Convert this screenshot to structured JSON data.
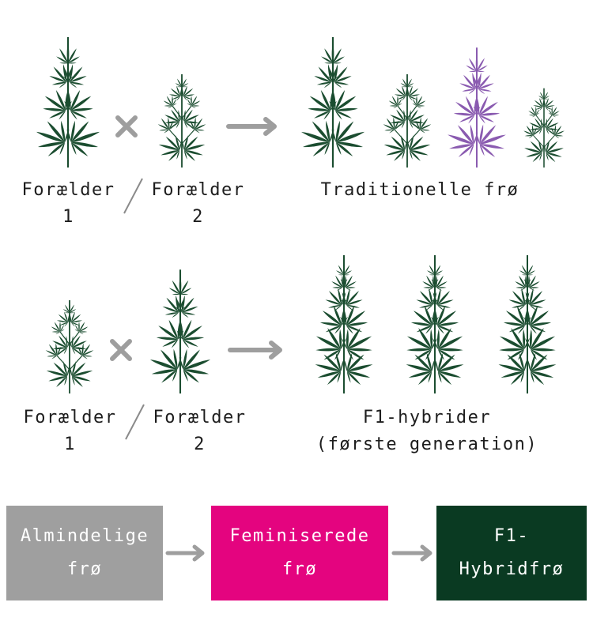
{
  "colors": {
    "leaf_green": "#1b4d30",
    "leaf_purple": "#8a5bb0",
    "arrow_gray": "#9e9e9e",
    "box_gray": "#9f9f9f",
    "box_magenta": "#e4047f",
    "box_dark_green": "#0a3a22"
  },
  "icons": [
    "cannabis-plant-icon",
    "cross-icon",
    "arrow-right-icon",
    "slash-divider-icon"
  ],
  "row1": {
    "parent1": {
      "line1": "Forælder",
      "line2": "1"
    },
    "parent2": {
      "line1": "Forælder",
      "line2": "2"
    },
    "result": "Traditionelle frø"
  },
  "row2": {
    "parent1": {
      "line1": "Forælder",
      "line2": "1"
    },
    "parent2": {
      "line1": "Forælder",
      "line2": "2"
    },
    "result": {
      "line1": "F1-hybrider",
      "line2": "(første generation)"
    }
  },
  "flow": [
    {
      "line1": "Almindelige",
      "line2": "frø"
    },
    {
      "line1": "Feminiserede",
      "line2": "frø"
    },
    {
      "line1": "F1-",
      "line2": "Hybridfrø"
    }
  ]
}
